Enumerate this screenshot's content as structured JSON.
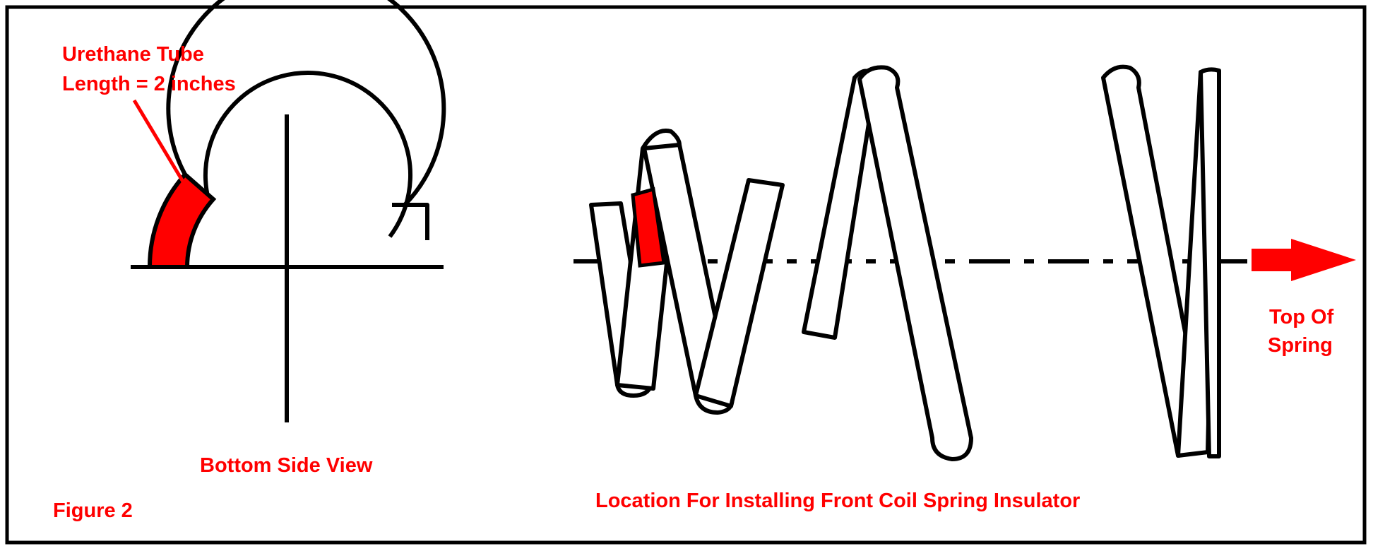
{
  "labels": {
    "tube_line1": "Urethane Tube",
    "tube_line2": "Length = 2 inches",
    "bottom_view": "Bottom Side View",
    "figure_number": "Figure 2",
    "location_caption": "Location For Installing Front Coil Spring Insulator",
    "top_line1": "Top Of",
    "top_line2": "Spring"
  },
  "colors": {
    "annotation": "#ff0000",
    "linework": "#000000",
    "background": "#ffffff"
  }
}
